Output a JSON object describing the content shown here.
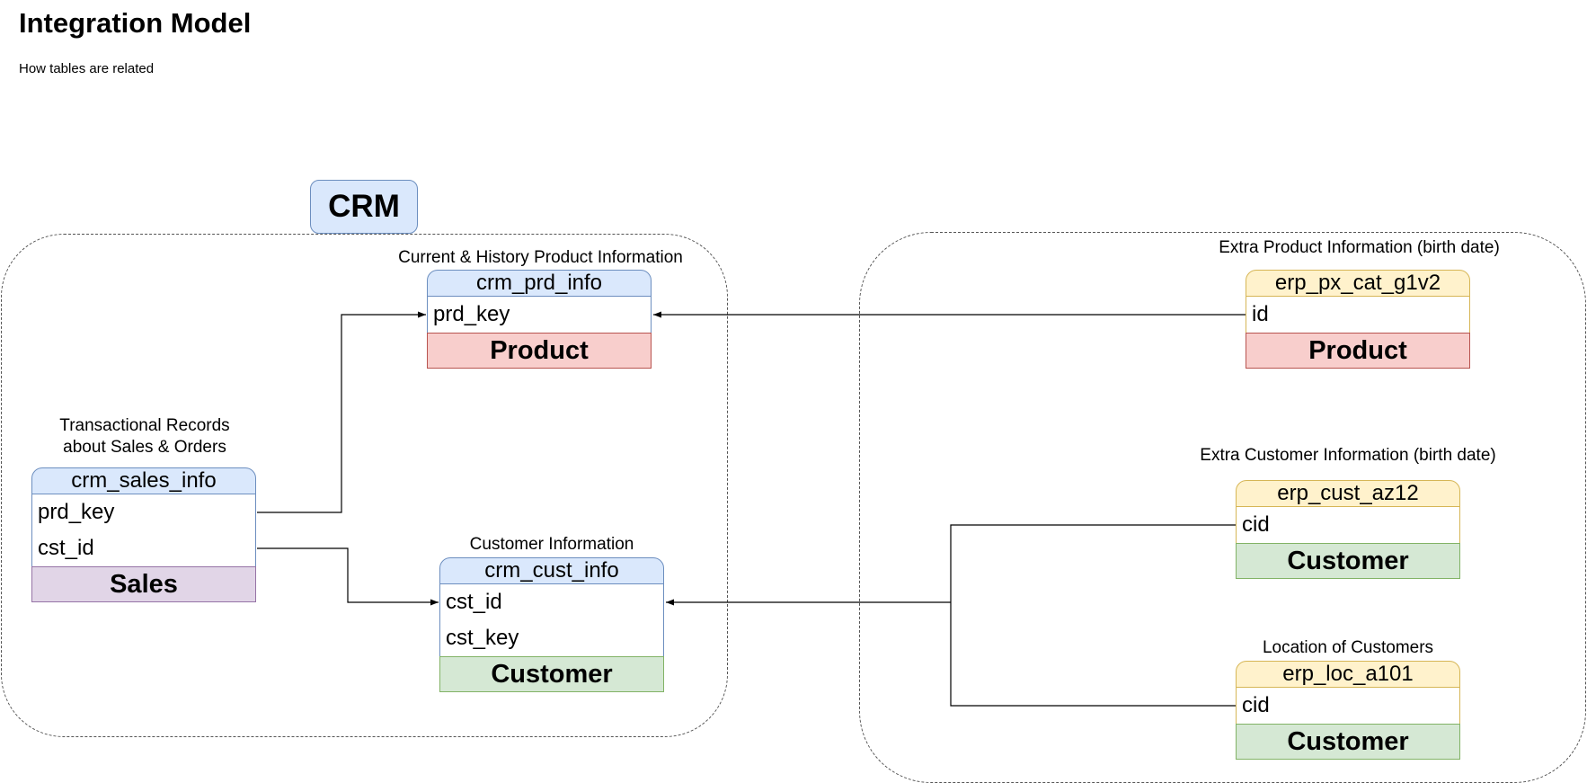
{
  "header": {
    "title": "Integration Model",
    "subtitle": "How tables are related"
  },
  "groups": {
    "crm_label": "CRM"
  },
  "tables": {
    "crm_prd_info": {
      "caption": "Current & History Product Information",
      "name": "crm_prd_info",
      "fields": [
        "prd_key"
      ],
      "footer": "Product"
    },
    "crm_sales_info": {
      "caption_line1": "Transactional Records",
      "caption_line2": "about Sales & Orders",
      "name": "crm_sales_info",
      "fields": [
        "prd_key",
        "cst_id"
      ],
      "footer": "Sales"
    },
    "crm_cust_info": {
      "caption": "Customer Information",
      "name": "crm_cust_info",
      "fields": [
        "cst_id",
        "cst_key"
      ],
      "footer": "Customer"
    },
    "erp_px_cat_g1v2": {
      "caption": "Extra Product Information (birth date)",
      "name": "erp_px_cat_g1v2",
      "fields": [
        "id"
      ],
      "footer": "Product"
    },
    "erp_cust_az12": {
      "caption": "Extra Customer Information (birth date)",
      "name": "erp_cust_az12",
      "fields": [
        "cid"
      ],
      "footer": "Customer"
    },
    "erp_loc_a101": {
      "caption": "Location of Customers",
      "name": "erp_loc_a101",
      "fields": [
        "cid"
      ],
      "footer": "Customer"
    }
  },
  "colors": {
    "header_blue": "#dae8fc",
    "header_yellow": "#fff2cc",
    "footer_red": "#f8cecc",
    "footer_green": "#d5e8d4",
    "footer_purple": "#e1d5e7"
  }
}
